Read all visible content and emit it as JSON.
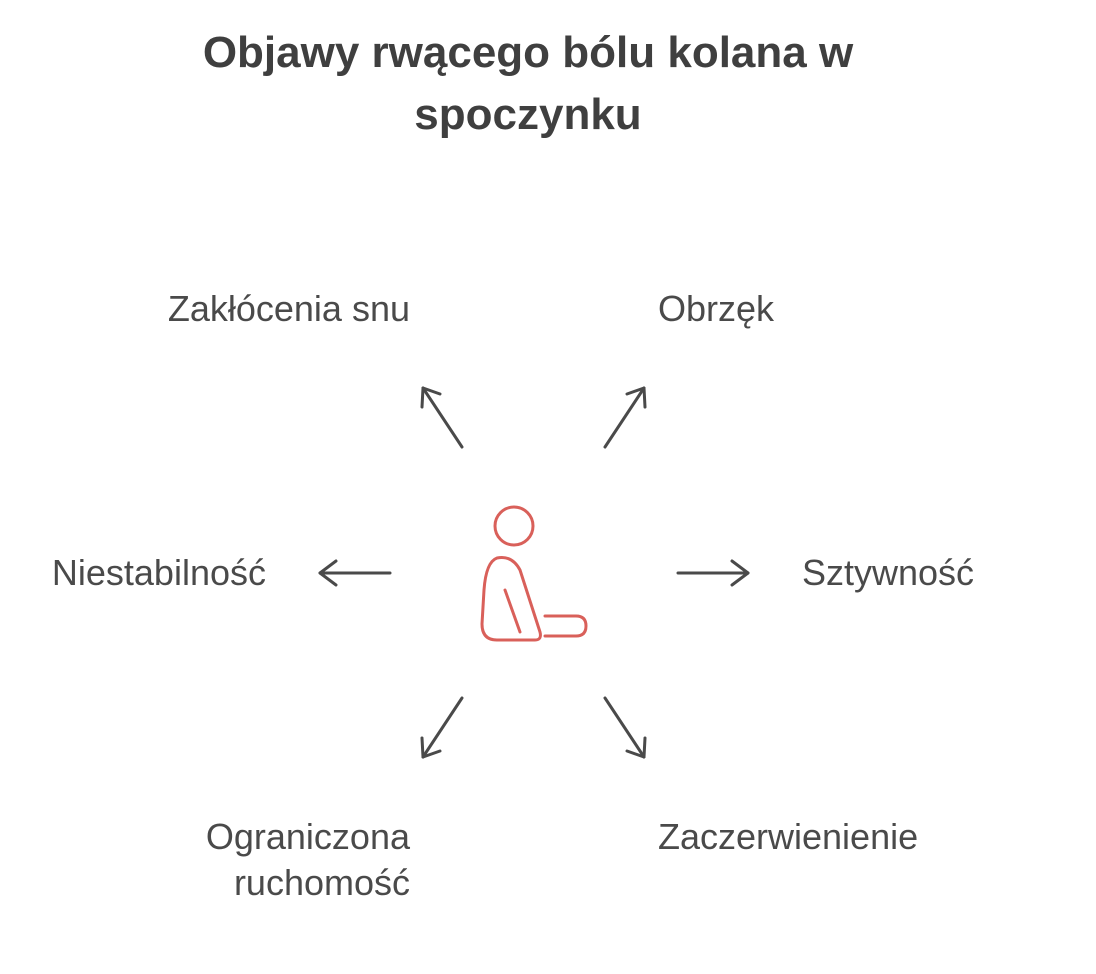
{
  "title": "Objawy rwącego bólu kolana w spoczynku",
  "center_icon": "person-sitting-icon",
  "accent_color": "#d9605a",
  "arrow_color": "#4a4a4a",
  "symptoms": {
    "top_left": "Zakłócenia snu",
    "top_right": "Obrzęk",
    "left": "Niestabilność",
    "right": "Sztywność",
    "bottom_left": "Ograniczona ruchomość",
    "bottom_right": "Zaczerwienienie"
  }
}
